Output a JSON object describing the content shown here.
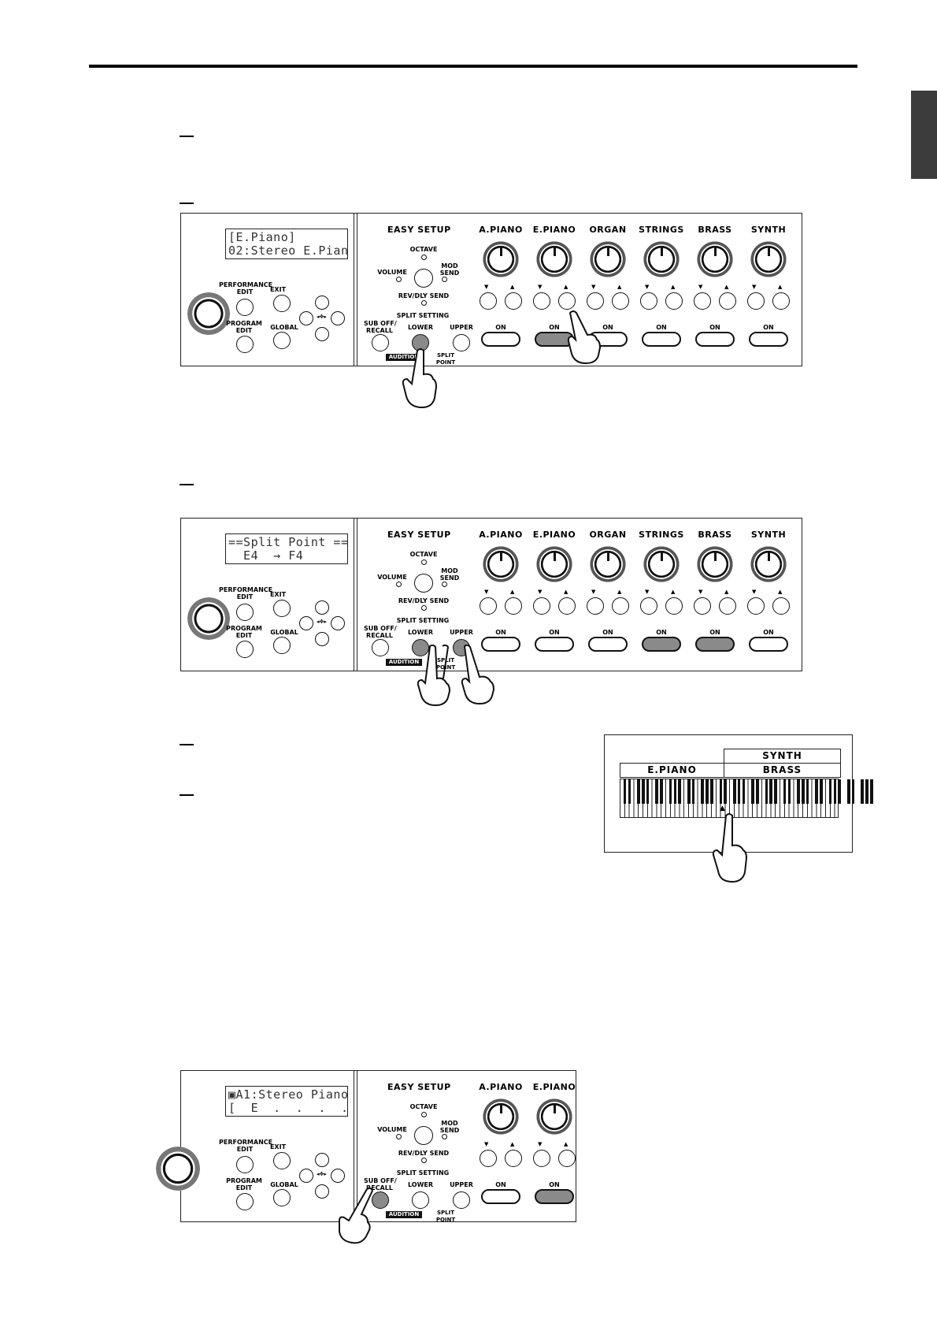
{
  "panel1": {
    "lcd": [
      "[E.Piano]",
      "02:Stereo E.Pian"
    ],
    "knob_labels": [
      "A.PIANO",
      "E.PIANO",
      "ORGAN",
      "STRINGS",
      "BRASS",
      "SYNTH"
    ],
    "on_label": "ON",
    "on_states": [
      false,
      true,
      false,
      false,
      false,
      false
    ],
    "split_lower_on": true,
    "split_upper_on": false,
    "sub_on": false
  },
  "panel2": {
    "lcd": [
      "==Split Point ==",
      "  E4  → F4"
    ],
    "knob_labels": [
      "A.PIANO",
      "E.PIANO",
      "ORGAN",
      "STRINGS",
      "BRASS",
      "SYNTH"
    ],
    "on_label": "ON",
    "on_states": [
      false,
      false,
      false,
      true,
      true,
      false
    ],
    "split_lower_on": true,
    "split_upper_on": true,
    "sub_on": false
  },
  "panel3": {
    "lcd": [
      "▣A1:Stereo Piano",
      "[  E  .  .  .  .  ]"
    ],
    "knob_labels": [
      "A.PIANO",
      "E.PIANO"
    ],
    "on_label": "ON",
    "on_states": [
      false,
      true
    ],
    "split_lower_on": false,
    "split_upper_on": false,
    "sub_on": true
  },
  "common": {
    "easy_setup": "EASY SETUP",
    "octave": "OCTAVE",
    "volume": "VOLUME",
    "mod_send": "MOD\nSEND",
    "rev_dly_send": "REV/DLY SEND",
    "split_setting": "SPLIT SETTING",
    "sub_off_recall": "SUB OFF/\nRECALL",
    "lower": "LOWER",
    "upper": "UPPER",
    "audition": "AUDITION",
    "split_point": "SPLIT\nPOINT",
    "performance_edit": "PERFORMANCE\nEDIT",
    "exit": "EXIT",
    "program_edit": "PROGRAM\nEDIT",
    "global": "GLOBAL"
  },
  "keyboard": {
    "upper_top": "SYNTH",
    "upper_bottom": "BRASS",
    "lower": "E.PIANO"
  }
}
